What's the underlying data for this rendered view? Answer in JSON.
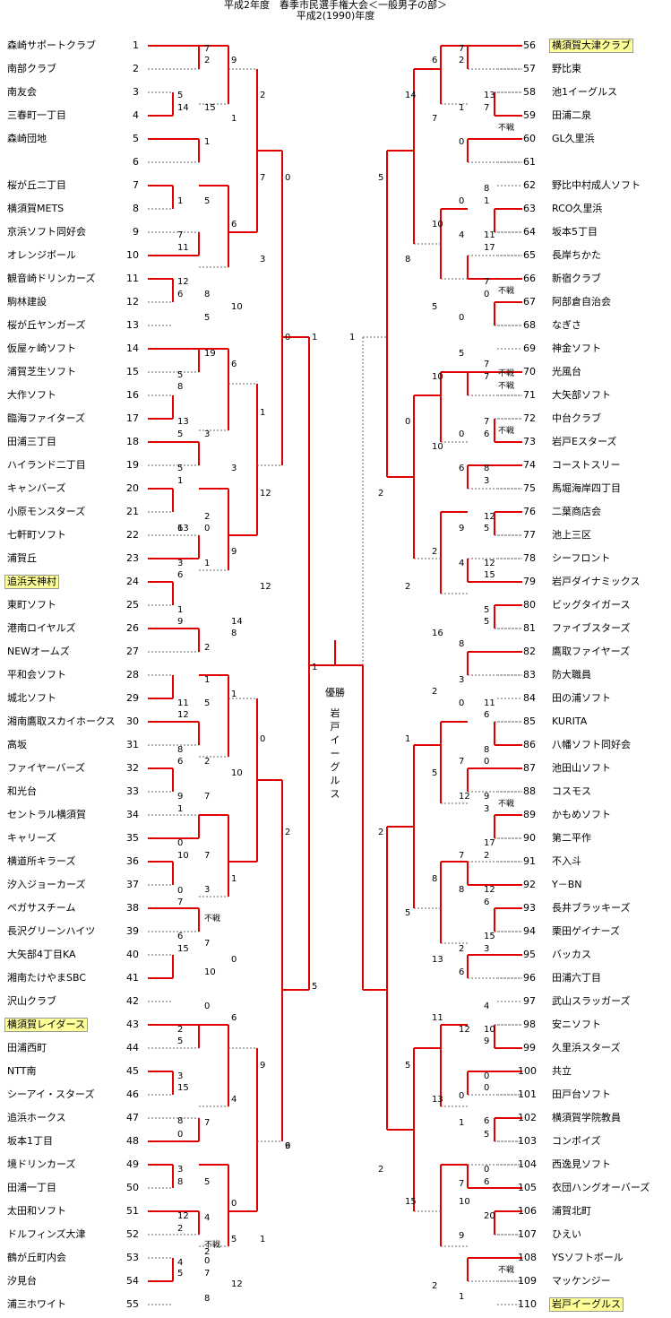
{
  "header": {
    "title": "平成2年度　春季市民選手権大会＜一般男子の部＞",
    "subtitle": "平成2(1990)年度"
  },
  "winner": {
    "label": "優勝",
    "team": "岩戸イーグルス"
  },
  "teams": [
    {
      "seed": "1",
      "name": "森崎サポートクラブ"
    },
    {
      "seed": "2",
      "name": "南部クラブ"
    },
    {
      "seed": "3",
      "name": "南友会"
    },
    {
      "seed": "4",
      "name": "三春町一丁目"
    },
    {
      "seed": "5",
      "name": "森崎団地"
    },
    {
      "seed": "6",
      "name": ""
    },
    {
      "seed": "7",
      "name": "桜が丘二丁目"
    },
    {
      "seed": "8",
      "name": "横須賀METS"
    },
    {
      "seed": "9",
      "name": "京浜ソフト同好会"
    },
    {
      "seed": "10",
      "name": "オレンジボール"
    },
    {
      "seed": "11",
      "name": "観音崎ドリンカーズ"
    },
    {
      "seed": "12",
      "name": "駒林建設"
    },
    {
      "seed": "13",
      "name": "桜が丘ヤンガーズ"
    },
    {
      "seed": "14",
      "name": "仮屋ヶ崎ソフト"
    },
    {
      "seed": "15",
      "name": "浦賀芝生ソフト"
    },
    {
      "seed": "16",
      "name": "大作ソフト"
    },
    {
      "seed": "17",
      "name": "臨海ファイターズ"
    },
    {
      "seed": "18",
      "name": "田浦三丁目"
    },
    {
      "seed": "19",
      "name": "ハイランド二丁目"
    },
    {
      "seed": "20",
      "name": "キャンバーズ"
    },
    {
      "seed": "21",
      "name": "小原モンスターズ"
    },
    {
      "seed": "22",
      "name": "七軒町ソフト"
    },
    {
      "seed": "23",
      "name": "浦賀丘"
    },
    {
      "seed": "24",
      "name": "追浜天神村"
    },
    {
      "seed": "25",
      "name": "東町ソフト"
    },
    {
      "seed": "26",
      "name": "港南ロイヤルズ"
    },
    {
      "seed": "27",
      "name": "NEWオームズ"
    },
    {
      "seed": "28",
      "name": "平和会ソフト"
    },
    {
      "seed": "29",
      "name": "城北ソフト"
    },
    {
      "seed": "30",
      "name": "湘南鷹取スカイホークス"
    },
    {
      "seed": "31",
      "name": "高坂"
    },
    {
      "seed": "32",
      "name": "ファイヤーバーズ"
    },
    {
      "seed": "33",
      "name": "和光台"
    },
    {
      "seed": "34",
      "name": "セントラル横須賀"
    },
    {
      "seed": "35",
      "name": "キャリーズ"
    },
    {
      "seed": "36",
      "name": "横道所キラーズ"
    },
    {
      "seed": "37",
      "name": "汐入ジョーカーズ"
    },
    {
      "seed": "38",
      "name": "ペガサスチーム"
    },
    {
      "seed": "39",
      "name": "長沢グリーンハイツ"
    },
    {
      "seed": "40",
      "name": "大矢部4丁目KA"
    },
    {
      "seed": "41",
      "name": "湘南たけやまSBC"
    },
    {
      "seed": "42",
      "name": "沢山クラブ"
    },
    {
      "seed": "43",
      "name": "横須賀レイダース"
    },
    {
      "seed": "44",
      "name": "田浦西町"
    },
    {
      "seed": "45",
      "name": "NTT南"
    },
    {
      "seed": "46",
      "name": "シーアイ・スターズ"
    },
    {
      "seed": "47",
      "name": "追浜ホークス"
    },
    {
      "seed": "48",
      "name": "坂本1丁目"
    },
    {
      "seed": "49",
      "name": "境ドリンカーズ"
    },
    {
      "seed": "50",
      "name": "田浦一丁目"
    },
    {
      "seed": "51",
      "name": "太田和ソフト"
    },
    {
      "seed": "52",
      "name": "ドルフィンズ大津"
    },
    {
      "seed": "53",
      "name": "鶴が丘町内会"
    },
    {
      "seed": "54",
      "name": "汐見台"
    },
    {
      "seed": "55",
      "name": "浦三ホワイト"
    },
    {
      "seed": "56",
      "name": "横須賀大津クラブ"
    },
    {
      "seed": "57",
      "name": "野比東"
    },
    {
      "seed": "58",
      "name": "池1イーグルス"
    },
    {
      "seed": "59",
      "name": "田浦二泉"
    },
    {
      "seed": "60",
      "name": "GL久里浜"
    },
    {
      "seed": "61",
      "name": ""
    },
    {
      "seed": "62",
      "name": "野比中村成人ソフト"
    },
    {
      "seed": "63",
      "name": "RCO久里浜"
    },
    {
      "seed": "64",
      "name": "坂本5丁目"
    },
    {
      "seed": "65",
      "name": "長岸ちかた"
    },
    {
      "seed": "66",
      "name": "新宿クラブ"
    },
    {
      "seed": "67",
      "name": "阿部倉自治会"
    },
    {
      "seed": "68",
      "name": "なぎさ"
    },
    {
      "seed": "69",
      "name": "神金ソフト"
    },
    {
      "seed": "70",
      "name": "光風台"
    },
    {
      "seed": "71",
      "name": "大矢部ソフト"
    },
    {
      "seed": "72",
      "name": "中台クラブ"
    },
    {
      "seed": "73",
      "name": "岩戸Eスターズ"
    },
    {
      "seed": "74",
      "name": "コーストスリー"
    },
    {
      "seed": "75",
      "name": "馬堀海岸四丁目"
    },
    {
      "seed": "76",
      "name": "二葉商店会"
    },
    {
      "seed": "77",
      "name": "池上三区"
    },
    {
      "seed": "78",
      "name": "シーフロント"
    },
    {
      "seed": "79",
      "name": "岩戸ダイナミックス"
    },
    {
      "seed": "80",
      "name": "ビッグタイガース"
    },
    {
      "seed": "81",
      "name": "ファイブスターズ"
    },
    {
      "seed": "82",
      "name": "鷹取ファイヤーズ"
    },
    {
      "seed": "83",
      "name": "防大職員"
    },
    {
      "seed": "84",
      "name": "田の浦ソフト"
    },
    {
      "seed": "85",
      "name": "KURITA"
    },
    {
      "seed": "86",
      "name": "八幡ソフト同好会"
    },
    {
      "seed": "87",
      "name": "池田山ソフト"
    },
    {
      "seed": "88",
      "name": "コスモス"
    },
    {
      "seed": "89",
      "name": "かもめソフト"
    },
    {
      "seed": "90",
      "name": "第二平作"
    },
    {
      "seed": "91",
      "name": "不入斗"
    },
    {
      "seed": "92",
      "name": "Y－BN"
    },
    {
      "seed": "93",
      "name": "長井ブラッキーズ"
    },
    {
      "seed": "94",
      "name": "栗田ゲイナーズ"
    },
    {
      "seed": "95",
      "name": "バッカス"
    },
    {
      "seed": "96",
      "name": "田浦六丁目"
    },
    {
      "seed": "97",
      "name": "武山スラッガーズ"
    },
    {
      "seed": "98",
      "name": "安ニソフト"
    },
    {
      "seed": "99",
      "name": "久里浜スターズ"
    },
    {
      "seed": "100",
      "name": "共立"
    },
    {
      "seed": "101",
      "name": "田戸台ソフト"
    },
    {
      "seed": "102",
      "name": "横須賀学院教員"
    },
    {
      "seed": "103",
      "name": "コンボイズ"
    },
    {
      "seed": "104",
      "name": "西逸見ソフト"
    },
    {
      "seed": "105",
      "name": "衣団ハングオーバーズ"
    },
    {
      "seed": "106",
      "name": "浦賀北町"
    },
    {
      "seed": "107",
      "name": "ひえい"
    },
    {
      "seed": "108",
      "name": "YSソフトボール"
    },
    {
      "seed": "109",
      "name": "マッケンジー"
    },
    {
      "seed": "110",
      "name": "岩戸イーグルス"
    }
  ],
  "highlighted_seeds": [
    "24",
    "43",
    "56",
    "110"
  ],
  "scores": [
    "7",
    "2",
    "9",
    "5",
    "14",
    "15",
    "1",
    "2",
    "1",
    "7",
    "0",
    "1",
    "5",
    "7",
    "11",
    "6",
    "12",
    "6",
    "8",
    "3",
    "10",
    "5",
    "0",
    "1",
    "19",
    "5",
    "8",
    "6",
    "13",
    "5",
    "3",
    "1",
    "5",
    "1",
    "3",
    "12",
    "2",
    "6",
    "13",
    "0",
    "1",
    "3",
    "6",
    "9",
    "1",
    "9",
    "14",
    "12",
    "8",
    "2",
    "1",
    "1",
    "11",
    "1",
    "12",
    "5",
    "0",
    "8",
    "6",
    "2",
    "10",
    "9",
    "1",
    "7",
    "2",
    "0",
    "10",
    "7",
    "1",
    "3",
    "0",
    "7",
    "7",
    "6",
    "15",
    "0",
    "10",
    "5",
    "0",
    "2",
    "5",
    "6",
    "9",
    "3",
    "15",
    "4",
    "8",
    "0",
    "7",
    "6",
    "3",
    "8",
    "5",
    "0",
    "12",
    "2",
    "4",
    "1",
    "4",
    "5",
    "7",
    "12",
    "8",
    "5",
    "2",
    "0",
    "9",
    "7",
    "2",
    "6",
    "13",
    "7",
    "1",
    "7",
    "0",
    "14",
    "5",
    "8",
    "1",
    "0",
    "10",
    "11",
    "17",
    "4",
    "8",
    "7",
    "0",
    "5",
    "0",
    "1",
    "5",
    "7",
    "7",
    "10",
    "0",
    "7",
    "6",
    "0",
    "10",
    "8",
    "3",
    "6",
    "2",
    "12",
    "5",
    "9",
    "2",
    "12",
    "15",
    "4",
    "2",
    "16",
    "5",
    "5",
    "8",
    "3",
    "0",
    "11",
    "6",
    "2",
    "1",
    "8",
    "0",
    "7",
    "5",
    "9",
    "3",
    "12",
    "2",
    "17",
    "2",
    "7",
    "8",
    "12",
    "6",
    "8",
    "5",
    "15",
    "3",
    "2",
    "13",
    "6",
    "4",
    "11",
    "10",
    "9",
    "12",
    "5",
    "0",
    "0",
    "0",
    "13",
    "6",
    "5",
    "1",
    "7",
    "0",
    "6",
    "10",
    "20",
    "9",
    "15",
    "2",
    "1",
    "2"
  ],
  "forfeit_label": "不戦"
}
